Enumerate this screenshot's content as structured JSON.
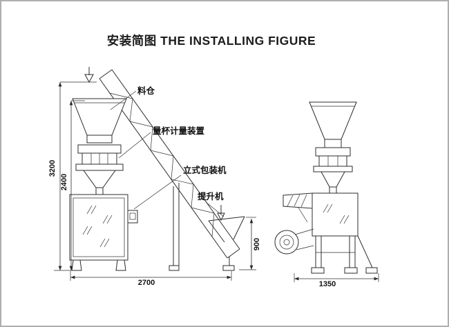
{
  "page": {
    "title": "安装简图 THE INSTALLING FIGURE"
  },
  "labels": {
    "hopper": "料仓",
    "measuring_device": "量杯计量装置",
    "vertical_packer": "立式包装机",
    "elevator": "提升机"
  },
  "dimensions": {
    "total_height": "3200",
    "machine_height": "2400",
    "front_width": "2700",
    "feed_inlet_height": "900",
    "side_width": "1350"
  },
  "colors": {
    "line": "#2b2b2b",
    "background": "#ffffff",
    "border": "#aeaeae"
  }
}
